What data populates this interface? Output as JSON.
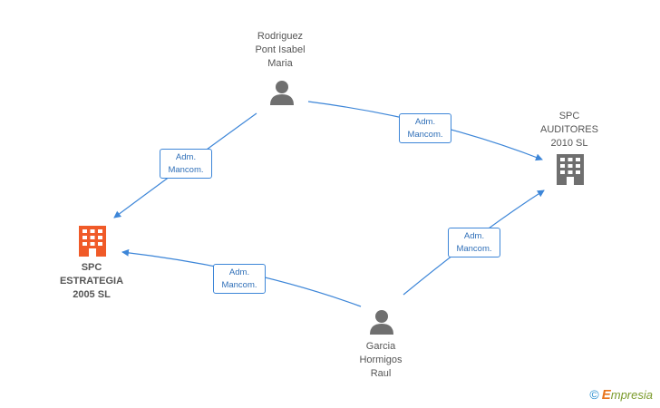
{
  "colors": {
    "edge": "#3d86d8",
    "person": "#6f6f6f",
    "company": "#6f6f6f",
    "focus_company": "#f05a28"
  },
  "nodes": {
    "rodriguez": {
      "type": "person",
      "icon": "person-icon",
      "lines": [
        "Rodriguez",
        "Pont Isabel",
        "Maria"
      ]
    },
    "spc_auditores": {
      "type": "company",
      "icon": "building-icon",
      "lines": [
        "SPC",
        "AUDITORES",
        "2010 SL"
      ]
    },
    "spc_estrategia": {
      "type": "company",
      "focus": true,
      "icon": "building-icon",
      "lines": [
        "SPC",
        "ESTRATEGIA",
        "2005 SL"
      ]
    },
    "garcia": {
      "type": "person",
      "icon": "person-icon",
      "lines": [
        "Garcia",
        "Hormigos",
        "Raul"
      ]
    }
  },
  "edges": [
    {
      "from": "rodriguez",
      "to": "spc_estrategia",
      "label": [
        "Adm.",
        "Mancom."
      ]
    },
    {
      "from": "rodriguez",
      "to": "spc_auditores",
      "label": [
        "Adm.",
        "Mancom."
      ]
    },
    {
      "from": "garcia",
      "to": "spc_estrategia",
      "label": [
        "Adm.",
        "Mancom."
      ]
    },
    {
      "from": "garcia",
      "to": "spc_auditores",
      "label": [
        "Adm.",
        "Mancom."
      ]
    }
  ],
  "brand": {
    "copyright": "©",
    "e": "E",
    "rest": "mpresia"
  }
}
